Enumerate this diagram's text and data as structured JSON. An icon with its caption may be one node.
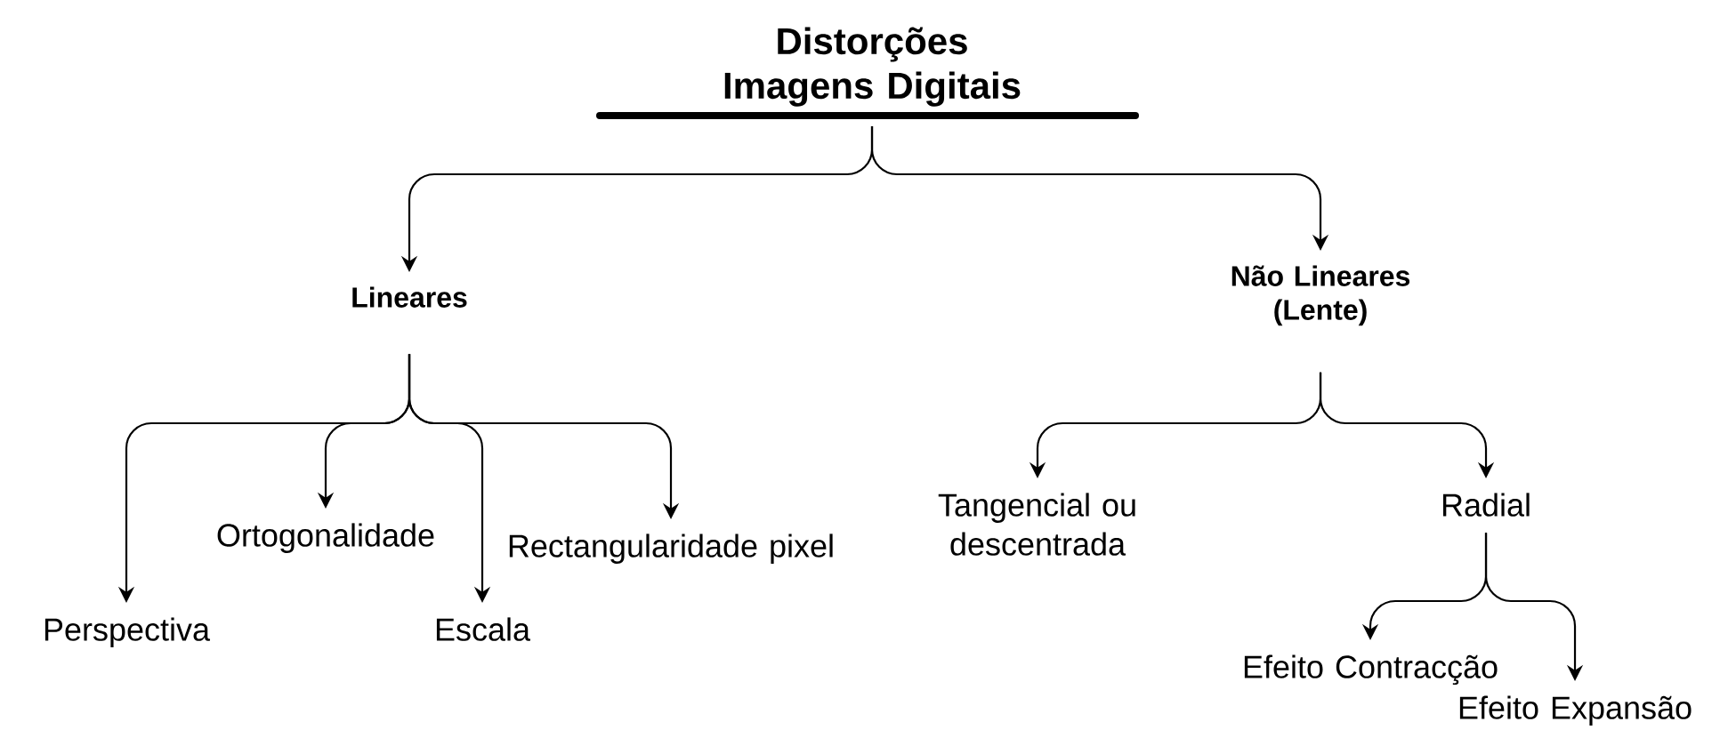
{
  "diagram": {
    "nodes": [
      {
        "text": [
          "Distorções Imagens Digitais"
        ]
      },
      {
        "text": [
          "Lineares"
        ]
      },
      {
        "text": [
          "Não Lineares (Lente)"
        ]
      },
      {
        "text": [
          "Perspectiva"
        ]
      },
      {
        "text": [
          "Ortogonalidade"
        ]
      },
      {
        "text": [
          "Escala"
        ]
      },
      {
        "text": [
          "Rectangularidade pixel"
        ]
      },
      {
        "text": [
          "Tangencial ou descentrada"
        ]
      },
      {
        "text": [
          "Radial"
        ]
      },
      {
        "text": [
          "Efeito Contracção"
        ]
      },
      {
        "text": [
          "Efeito Expansão"
        ]
      }
    ],
    "edges": [
      {
        "from": 0,
        "to": 1,
        "arrow": "to"
      },
      {
        "from": 0,
        "to": 2,
        "arrow": "to"
      },
      {
        "from": 1,
        "to": 3,
        "arrow": "to"
      },
      {
        "from": 1,
        "to": 4,
        "arrow": "to"
      },
      {
        "from": 1,
        "to": 5,
        "arrow": "to"
      },
      {
        "from": 1,
        "to": 6,
        "arrow": "to"
      },
      {
        "from": 2,
        "to": 7,
        "arrow": "to"
      },
      {
        "from": 2,
        "to": 8,
        "arrow": "to"
      },
      {
        "from": 8,
        "to": 9,
        "arrow": "to"
      },
      {
        "from": 8,
        "to": 10,
        "arrow": "to"
      }
    ]
  }
}
